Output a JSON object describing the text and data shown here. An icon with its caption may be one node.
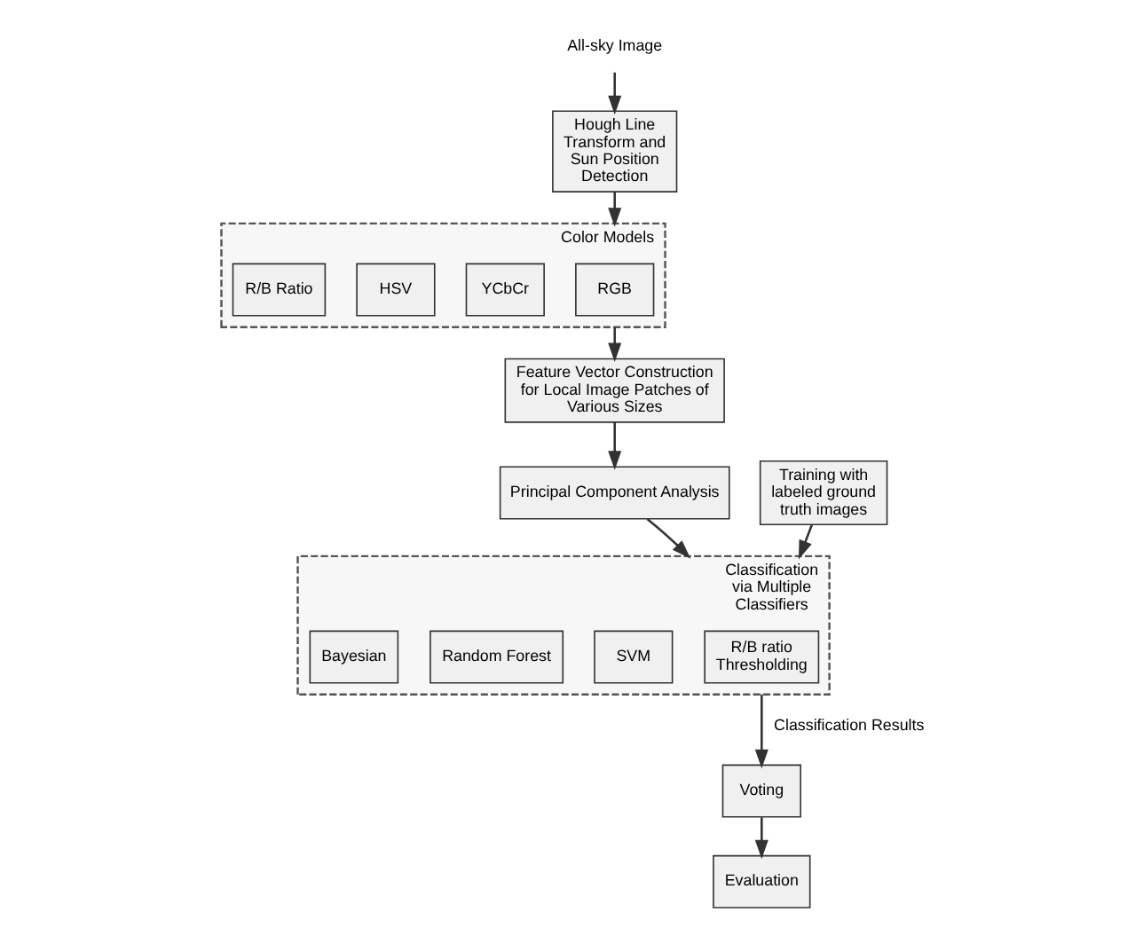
{
  "diagram": {
    "nodes": [
      {
        "text": [
          "All-sky Image"
        ]
      },
      {
        "text": [
          "Hough Line Transform and Sun Position Detection"
        ]
      },
      {
        "text": [
          "Color Models"
        ]
      },
      {
        "text": [
          "RGB"
        ],
        "in": 2
      },
      {
        "text": [
          "YCbCr"
        ],
        "in": 2
      },
      {
        "text": [
          "HSV"
        ],
        "in": 2
      },
      {
        "text": [
          "R/B Ratio"
        ],
        "in": 2
      },
      {
        "text": [
          "Feature Vector Construction for Local Image Patches of Various Sizes"
        ]
      },
      {
        "text": [
          "Principal Component Analysis"
        ]
      },
      {
        "text": [
          "Classification via Multiple Classifiers"
        ]
      },
      {
        "text": [
          "R/B ratio Thresholding"
        ],
        "in": 9
      },
      {
        "text": [
          "SVM"
        ],
        "in": 9
      },
      {
        "text": [
          "Random Forest"
        ],
        "in": 9
      },
      {
        "text": [
          "Bayesian"
        ],
        "in": 9
      },
      {
        "text": [
          "Training with labeled ground truth images"
        ]
      },
      {
        "text": [
          "Voting"
        ]
      },
      {
        "text": [
          "Evaluation"
        ]
      }
    ],
    "edges": [
      {
        "from": 0,
        "to": 1,
        "arrow": "to"
      },
      {
        "from": 1,
        "to": 2,
        "arrow": "to"
      },
      {
        "from": 2,
        "to": 7,
        "arrow": "to"
      },
      {
        "from": 7,
        "to": 8,
        "arrow": "to"
      },
      {
        "from": 8,
        "to": 9,
        "arrow": "to"
      },
      {
        "from": 14,
        "to": 9,
        "arrow": "to"
      },
      {
        "from": 9,
        "to": 15,
        "arrow": "to",
        "label": "Classification Results"
      },
      {
        "from": 15,
        "to": 16,
        "arrow": "to"
      }
    ]
  }
}
